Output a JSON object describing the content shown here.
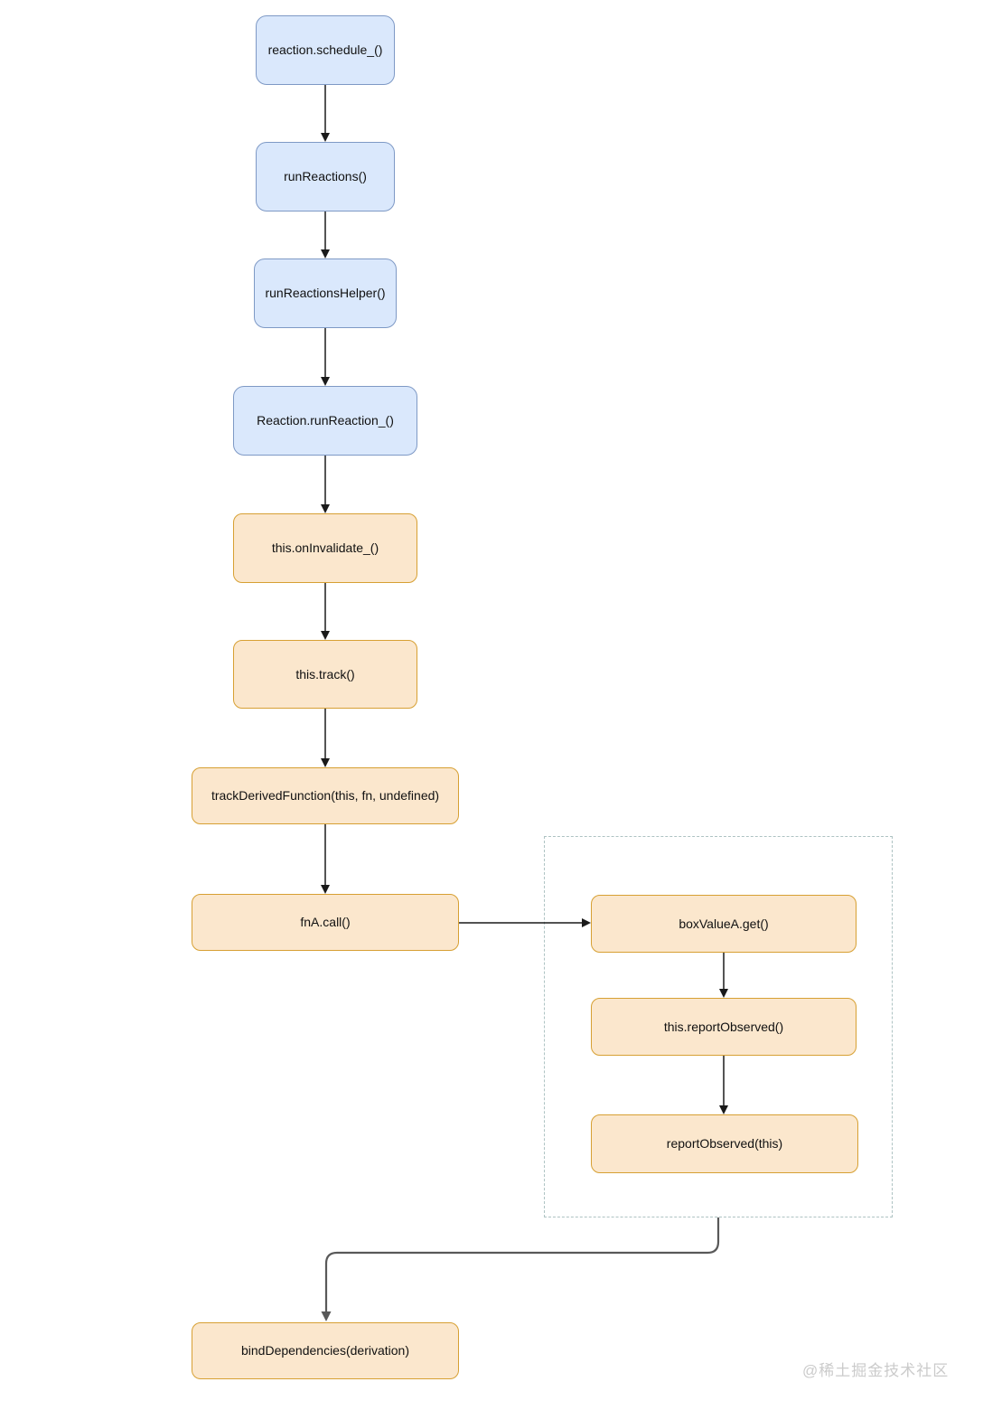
{
  "diagram": {
    "nodes": [
      {
        "id": "reaction-schedule",
        "label": "reaction.schedule_()",
        "type": "blue"
      },
      {
        "id": "run-reactions",
        "label": "runReactions()",
        "type": "blue"
      },
      {
        "id": "run-reactions-helper",
        "label": "runReactionsHelper()",
        "type": "blue"
      },
      {
        "id": "reaction-run-reaction",
        "label": "Reaction.runReaction_()",
        "type": "blue"
      },
      {
        "id": "this-oninvalidate",
        "label": "this.onInvalidate_()",
        "type": "orange"
      },
      {
        "id": "this-track",
        "label": "this.track()",
        "type": "orange"
      },
      {
        "id": "track-derived-function",
        "label": "trackDerivedFunction(this, fn, undefined)",
        "type": "orange"
      },
      {
        "id": "fna-call",
        "label": "fnA.call()",
        "type": "orange"
      },
      {
        "id": "boxvaluea-get",
        "label": "boxValueA.get()",
        "type": "orange"
      },
      {
        "id": "this-reportobserved",
        "label": "this.reportObserved()",
        "type": "orange"
      },
      {
        "id": "reportobserved-this",
        "label": "reportObserved(this)",
        "type": "orange"
      },
      {
        "id": "bind-dependencies",
        "label": "bindDependencies(derivation)",
        "type": "orange"
      }
    ],
    "colors": {
      "blue_fill": "#dae8fc",
      "blue_border": "#7e99c5",
      "orange_fill": "#fbe7cd",
      "orange_border": "#d7a033",
      "arrow": "#1a1a1a",
      "elbow_arrow": "#595959",
      "group_border": "#aec3c3"
    },
    "watermark": "@稀土掘金技术社区"
  }
}
